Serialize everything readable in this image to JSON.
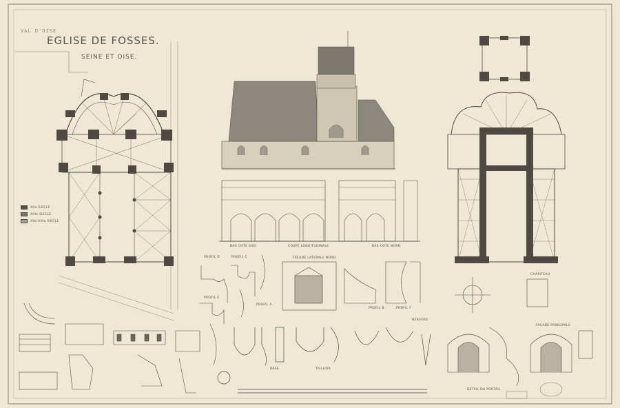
{
  "sheet": {
    "title": "EGLISE DE FOSSES.",
    "subtitle": "SEINE ET OISE.",
    "corner_stamp": "VAL D'OISE"
  },
  "legend": {
    "items": [
      {
        "label": "XIIe SIECLE",
        "color": "#55524c"
      },
      {
        "label": "XIIIe SIECLE",
        "color": "#7b776f"
      },
      {
        "label": "XVe-XVIe SIECLE",
        "color": "#a8a398"
      }
    ]
  },
  "labels": {
    "bas_cote_sud": "BAS COTE SUD",
    "coupe_longitudinale": "COUPE LONGITUDINALE",
    "bas_cote_nord": "BAS COTE NORD",
    "profil_d": "PROFIL D",
    "profil_c": "PROFIL C",
    "profil_e": "PROFIL E",
    "profil_a": "PROFIL A",
    "profil_b": "PROFIL B",
    "profil_f": "PROFIL F",
    "facade_laterale_nord": "FACADE LATERALE NORD",
    "nervure": "NERVURE",
    "base": "BASE",
    "tailloir": "TAILLOIR",
    "facade_principale": "FACADE PRINCIPALE",
    "detail_portail": "DETAIL DU PORTAIL",
    "chapiteau": "CHAPITEAU"
  }
}
